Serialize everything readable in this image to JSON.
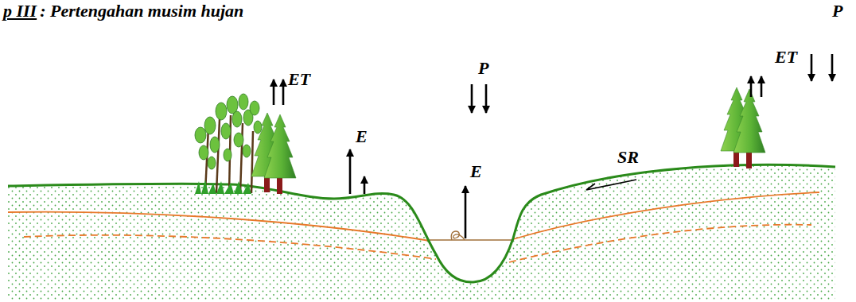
{
  "diagram": {
    "labels": [
      "p III",
      ": Pertengahan musim hujan",
      "P",
      "ET",
      "ET",
      "P",
      "E",
      "SR",
      "E"
    ]
  }
}
